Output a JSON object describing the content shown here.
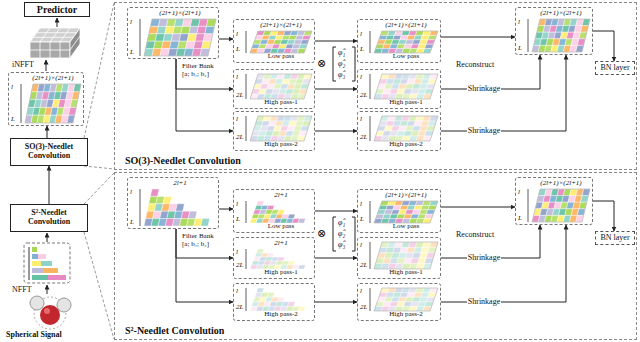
{
  "diagram": {
    "nodes": [
      {
        "text": [
          "Predictor"
        ]
      },
      {
        "text": [
          "(2l+1)×(2l+1)",
          "l",
          "L"
        ]
      },
      {
        "text": [
          "SO(3)-Needlet Convolution"
        ]
      },
      {
        "text": [
          "S²-Needlet Convolution"
        ]
      },
      {
        "text": [
          "SO(3)-Needlet Convolution"
        ]
      },
      {
        "text": [
          "(2l+1)×(2l+1)",
          "l",
          "L"
        ],
        "in": 4
      },
      {
        "text": [
          "(2l+1)×(2l+1)",
          "l",
          "L",
          "Low pass"
        ],
        "in": 4
      },
      {
        "text": [
          "l",
          "2L",
          "High pass-1"
        ],
        "in": 4
      },
      {
        "text": [
          "l",
          "2L",
          "High pass-2"
        ],
        "in": 4
      },
      {
        "text": [
          "(2l+1)×(2l+1)",
          "l",
          "L",
          "Low pass"
        ],
        "in": 4
      },
      {
        "text": [
          "l",
          "2L",
          "High pass-1"
        ],
        "in": 4
      },
      {
        "text": [
          "l",
          "2L",
          "High pass-2"
        ],
        "in": 4
      },
      {
        "text": [
          "(2l+1)×(2l+1)",
          "l",
          "L"
        ],
        "in": 4
      },
      {
        "text": [
          "BN layer"
        ],
        "in": 4
      },
      {
        "text": [
          "S²-Needlet Convolution"
        ]
      },
      {
        "text": [
          "2l+1",
          "l",
          "L"
        ],
        "in": 14
      },
      {
        "text": [
          "2l+1",
          "l",
          "L",
          "Low pass"
        ],
        "in": 14
      },
      {
        "text": [
          "2l+1",
          "l",
          "2L",
          "High pass-1"
        ],
        "in": 14
      },
      {
        "text": [
          "l",
          "2L",
          "High pass-2"
        ],
        "in": 14
      },
      {
        "text": [
          "(2l+1)×(2l+1)",
          "l",
          "L",
          "Low pass"
        ],
        "in": 14
      },
      {
        "text": [
          "l",
          "2L",
          "High pass-1"
        ],
        "in": 14
      },
      {
        "text": [
          "l",
          "2L",
          "High pass-2"
        ],
        "in": 14
      },
      {
        "text": [
          "(2l+1)×(2l+1)",
          "l",
          "L"
        ],
        "in": 14
      },
      {
        "text": [
          "BN layer"
        ],
        "in": 14
      }
    ],
    "edges": [
      {
        "from": 3,
        "to": 2,
        "arrow": "to"
      },
      {
        "from": 2,
        "to": 1,
        "arrow": "to"
      },
      {
        "from": 5,
        "to": 6,
        "arrow": "to"
      },
      {
        "from": 5,
        "to": 7,
        "arrow": "to"
      },
      {
        "from": 5,
        "to": 8,
        "arrow": "to"
      },
      {
        "from": 6,
        "to": 9,
        "arrow": "to"
      },
      {
        "from": 7,
        "to": 10,
        "arrow": "to"
      },
      {
        "from": 8,
        "to": 11,
        "arrow": "to"
      },
      {
        "from": 9,
        "to": 12,
        "arrow": "to"
      },
      {
        "from": 10,
        "to": 12,
        "label": "Shrinkage",
        "arrow": "to"
      },
      {
        "from": 11,
        "to": 12,
        "label": "Shrinkage",
        "arrow": "to"
      },
      {
        "from": 12,
        "to": 13,
        "arrow": "to"
      },
      {
        "from": 15,
        "to": 16,
        "arrow": "to"
      },
      {
        "from": 15,
        "to": 17,
        "arrow": "to"
      },
      {
        "from": 15,
        "to": 18,
        "arrow": "to"
      },
      {
        "from": 16,
        "to": 19,
        "arrow": "to"
      },
      {
        "from": 17,
        "to": 20,
        "arrow": "to"
      },
      {
        "from": 18,
        "to": 21,
        "arrow": "to"
      },
      {
        "from": 19,
        "to": 22,
        "arrow": "to"
      },
      {
        "from": 20,
        "to": 22,
        "label": "Shrinkage",
        "arrow": "to"
      },
      {
        "from": 21,
        "to": 22,
        "label": "Shrinkage",
        "arrow": "to"
      },
      {
        "from": 22,
        "to": 23,
        "arrow": "to"
      }
    ],
    "labels": [
      "iNFFT",
      "NFFT",
      "Spherical Signal",
      "Filter Bank [a; b₁; b₂]",
      "⊗",
      "φ̂₁",
      "φ̂₂",
      "φ̂₃",
      "Reconstruct",
      "Filter Bank [a; b₁; b₂]",
      "⊗",
      "φ̂₁",
      "φ̂₂",
      "φ̂₃",
      "Reconstruct"
    ]
  }
}
